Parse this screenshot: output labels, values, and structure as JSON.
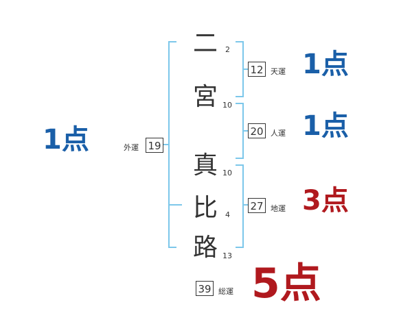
{
  "colors": {
    "bracket": "#7cc7ea",
    "blue_score": "#1a5fa8",
    "red_score": "#b0191e"
  },
  "name": {
    "chars": [
      "二",
      "宮",
      "真",
      "比",
      "路"
    ],
    "strokes": [
      "2",
      "10",
      "10",
      "4",
      "13"
    ]
  },
  "fortunes": {
    "ten": {
      "value": "12",
      "label": "天運",
      "score": "1点"
    },
    "jin": {
      "value": "20",
      "label": "人運",
      "score": "1点"
    },
    "chi": {
      "value": "27",
      "label": "地運",
      "score": "3点"
    },
    "gai": {
      "value": "19",
      "label": "外運",
      "score": "1点"
    },
    "so": {
      "value": "39",
      "label": "総運",
      "score": "5点"
    }
  }
}
